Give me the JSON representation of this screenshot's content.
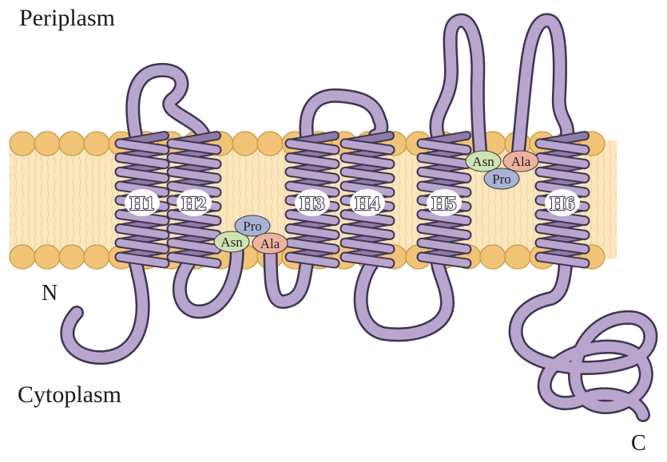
{
  "regions": {
    "top": "Periplasm",
    "bottom": "Cytoplasm"
  },
  "termini": {
    "n": "N",
    "c": "C"
  },
  "helices": [
    {
      "label": "H1"
    },
    {
      "label": "H2"
    },
    {
      "label": "H3"
    },
    {
      "label": "H4"
    },
    {
      "label": "H5"
    },
    {
      "label": "H6"
    }
  ],
  "motifs": [
    {
      "residues": [
        "Asn",
        "Pro",
        "Ala"
      ]
    },
    {
      "residues": [
        "Asn",
        "Pro",
        "Ala"
      ]
    }
  ],
  "colors": {
    "protein": "#b9a6cf",
    "protein_outline": "#3f3450",
    "lipid_head": "#f2c478",
    "lipid_head_outline": "#c8963e",
    "lipid_tail": "#fbe7bf",
    "asn": "#cfe3b4",
    "pro": "#a9b3d6",
    "ala": "#f0b3a0"
  }
}
